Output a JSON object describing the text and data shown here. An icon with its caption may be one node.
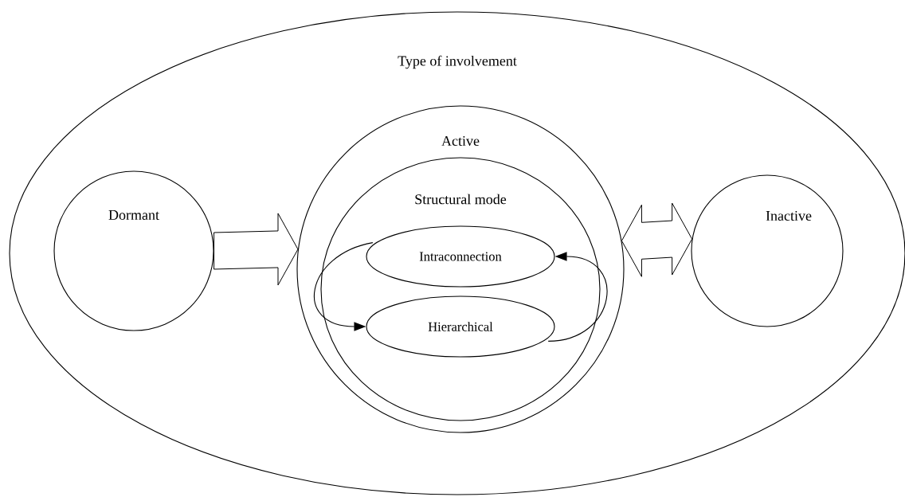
{
  "diagram": {
    "nodes": [
      {
        "text": [
          "Type of involvement"
        ]
      },
      {
        "text": [
          "Dormant"
        ],
        "in": 0
      },
      {
        "text": [
          "Active"
        ],
        "in": 0
      },
      {
        "text": [
          "Structural mode"
        ],
        "in": 2
      },
      {
        "text": [
          "Intraconnection"
        ],
        "in": 3
      },
      {
        "text": [
          "Hierarchical"
        ],
        "in": 3
      },
      {
        "text": [
          "Inactive"
        ],
        "in": 0
      }
    ],
    "edges": [
      {
        "from": 1,
        "to": 2,
        "arrow": "to"
      },
      {
        "from": 2,
        "to": 6,
        "arrow": "both"
      },
      {
        "from": 4,
        "to": 5,
        "arrow": "to"
      },
      {
        "from": 5,
        "to": 4,
        "arrow": "to"
      }
    ]
  }
}
